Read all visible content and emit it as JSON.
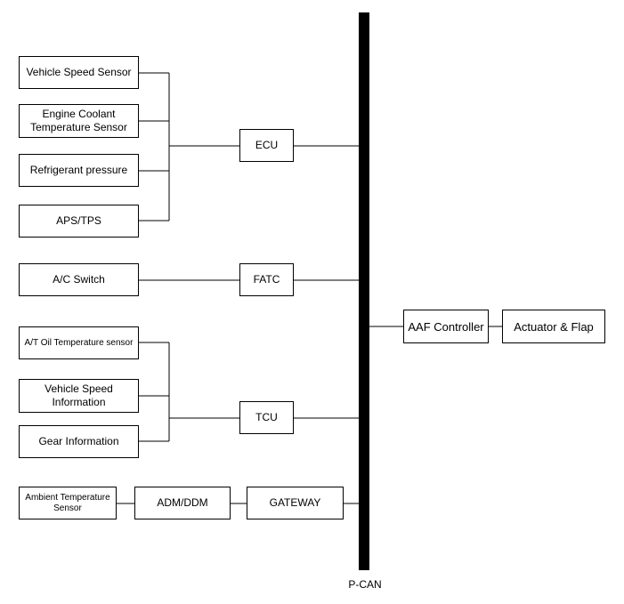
{
  "bus": {
    "label": "P-CAN"
  },
  "ecu_group": {
    "inputs": [
      "Vehicle Speed Sensor",
      "Engine Coolant\nTemperature Sensor",
      "Refrigerant pressure",
      "APS/TPS"
    ],
    "node": "ECU"
  },
  "fatc_group": {
    "input": "A/C Switch",
    "node": "FATC"
  },
  "tcu_group": {
    "inputs": [
      "A/T Oil Temperature sensor",
      "Vehicle Speed\nInformation",
      "Gear Information"
    ],
    "node": "TCU"
  },
  "gateway_group": {
    "sensor": "Ambient Temperature\nSensor",
    "module": "ADM/DDM",
    "gateway": "GATEWAY"
  },
  "output": {
    "controller": "AAF Controller",
    "actuator": "Actuator & Flap"
  }
}
